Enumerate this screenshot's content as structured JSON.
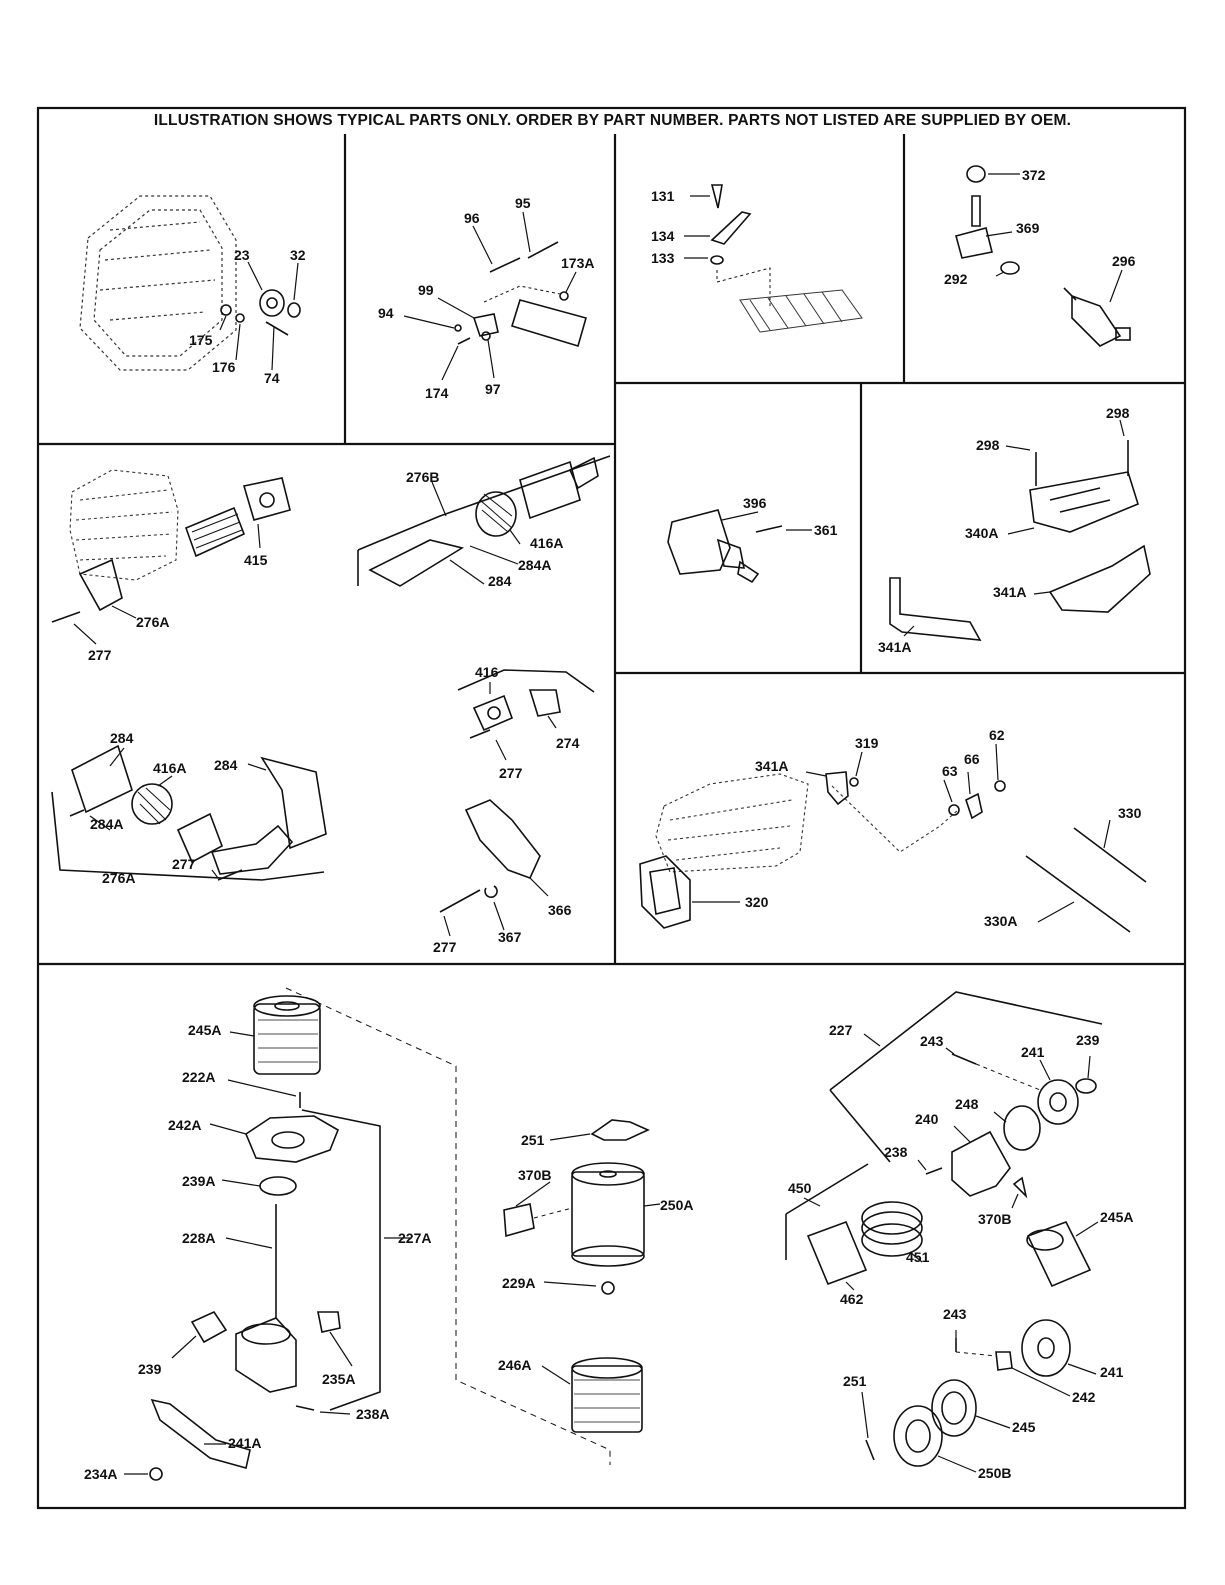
{
  "header": {
    "notice": "ILLUSTRATION SHOWS TYPICAL PARTS ONLY. ORDER BY PART NUMBER. PARTS NOT LISTED ARE SUPPLIED BY OEM."
  },
  "panels": [
    {
      "id": "flywheel-housing",
      "callouts": [
        "23",
        "32",
        "175",
        "176",
        "74"
      ]
    },
    {
      "id": "governor-linkage",
      "callouts": [
        "96",
        "95",
        "173A",
        "99",
        "94",
        "174",
        "97"
      ]
    },
    {
      "id": "control-bracket",
      "callouts": [
        "131",
        "134",
        "133"
      ]
    },
    {
      "id": "fuel-shutoff",
      "callouts": [
        "372",
        "369",
        "292",
        "296"
      ]
    },
    {
      "id": "muffler-upper",
      "callouts": [
        "415",
        "276A",
        "277",
        "276B",
        "416A",
        "284A",
        "284"
      ]
    },
    {
      "id": "switch",
      "callouts": [
        "396",
        "361"
      ]
    },
    {
      "id": "brackets",
      "callouts": [
        "298",
        "298",
        "340A",
        "341A",
        "341A"
      ]
    },
    {
      "id": "muffler-lower",
      "callouts": [
        "284",
        "416A",
        "284",
        "284A",
        "277",
        "276A",
        "416",
        "274",
        "277",
        "366",
        "277",
        "367"
      ]
    },
    {
      "id": "ignition",
      "callouts": [
        "341A",
        "319",
        "63",
        "66",
        "62",
        "330",
        "320",
        "330A"
      ]
    },
    {
      "id": "air-cleaner",
      "callouts": [
        "245A",
        "222A",
        "242A",
        "239A",
        "228A",
        "227A",
        "239",
        "235A",
        "238A",
        "241A",
        "234A",
        "251",
        "370B",
        "250A",
        "229A",
        "246A",
        "227",
        "243",
        "241",
        "239",
        "248",
        "240",
        "238",
        "450",
        "370B",
        "451",
        "245A",
        "462",
        "243",
        "241",
        "242",
        "251",
        "245",
        "250B"
      ]
    }
  ]
}
